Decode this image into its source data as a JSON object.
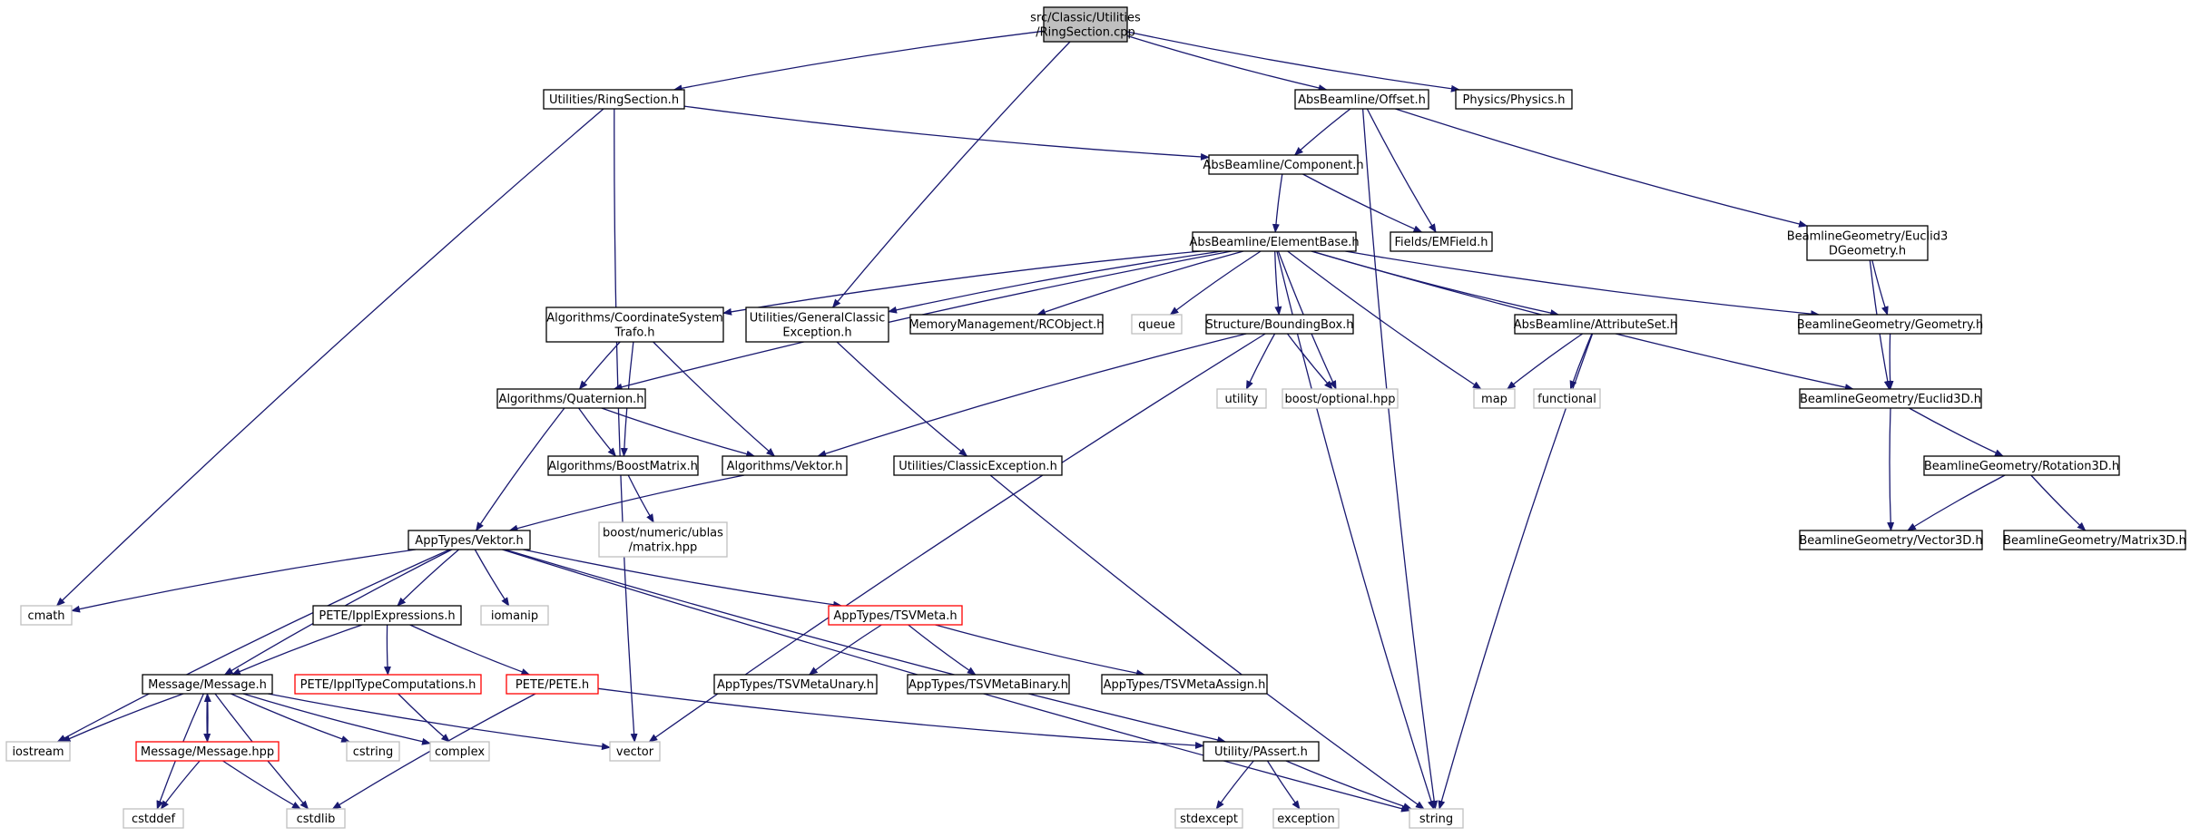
{
  "colors": {
    "edge": "#191970",
    "box_default": "#000000",
    "box_external": "#bfbfbf",
    "box_truncated": "#ff0000",
    "root_fill": "#bfbfbf"
  },
  "nodes": [
    {
      "id": "root",
      "lines": [
        "src/Classic/Utilities",
        "/RingSection.cpp"
      ],
      "kind": "root"
    },
    {
      "id": "ringsection_h",
      "lines": [
        "Utilities/RingSection.h"
      ],
      "kind": "normal"
    },
    {
      "id": "offset_h",
      "lines": [
        "AbsBeamline/Offset.h"
      ],
      "kind": "normal"
    },
    {
      "id": "physics_h",
      "lines": [
        "Physics/Physics.h"
      ],
      "kind": "normal"
    },
    {
      "id": "component_h",
      "lines": [
        "AbsBeamline/Component.h"
      ],
      "kind": "normal"
    },
    {
      "id": "euclid3dgeom_h",
      "lines": [
        "BeamlineGeometry/Euclid3",
        "DGeometry.h"
      ],
      "kind": "normal"
    },
    {
      "id": "elementbase_h",
      "lines": [
        "AbsBeamline/ElementBase.h"
      ],
      "kind": "normal"
    },
    {
      "id": "emfield_h",
      "lines": [
        "Fields/EMField.h"
      ],
      "kind": "normal"
    },
    {
      "id": "coordtrafo_h",
      "lines": [
        "Algorithms/CoordinateSystem",
        "Trafo.h"
      ],
      "kind": "normal"
    },
    {
      "id": "genclassicexc_h",
      "lines": [
        "Utilities/GeneralClassic",
        "Exception.h"
      ],
      "kind": "normal"
    },
    {
      "id": "rcobject_h",
      "lines": [
        "MemoryManagement/RCObject.h"
      ],
      "kind": "normal"
    },
    {
      "id": "queue",
      "lines": [
        "queue"
      ],
      "kind": "external"
    },
    {
      "id": "boundingbox_h",
      "lines": [
        "Structure/BoundingBox.h"
      ],
      "kind": "normal"
    },
    {
      "id": "attributeset_h",
      "lines": [
        "AbsBeamline/AttributeSet.h"
      ],
      "kind": "normal"
    },
    {
      "id": "geometry_h",
      "lines": [
        "BeamlineGeometry/Geometry.h"
      ],
      "kind": "normal"
    },
    {
      "id": "quaternion_h",
      "lines": [
        "Algorithms/Quaternion.h"
      ],
      "kind": "normal"
    },
    {
      "id": "utility",
      "lines": [
        "utility"
      ],
      "kind": "external"
    },
    {
      "id": "boostoptional",
      "lines": [
        "boost/optional.hpp"
      ],
      "kind": "external"
    },
    {
      "id": "map",
      "lines": [
        "map"
      ],
      "kind": "external"
    },
    {
      "id": "functional",
      "lines": [
        "functional"
      ],
      "kind": "external"
    },
    {
      "id": "euclid3d_h",
      "lines": [
        "BeamlineGeometry/Euclid3D.h"
      ],
      "kind": "normal"
    },
    {
      "id": "boostmatrix_h",
      "lines": [
        "Algorithms/BoostMatrix.h"
      ],
      "kind": "normal"
    },
    {
      "id": "algvektor_h",
      "lines": [
        "Algorithms/Vektor.h"
      ],
      "kind": "normal"
    },
    {
      "id": "classicexc_h",
      "lines": [
        "Utilities/ClassicException.h"
      ],
      "kind": "normal"
    },
    {
      "id": "rotation3d_h",
      "lines": [
        "BeamlineGeometry/Rotation3D.h"
      ],
      "kind": "normal"
    },
    {
      "id": "ublasmatrix",
      "lines": [
        "boost/numeric/ublas",
        "/matrix.hpp"
      ],
      "kind": "external"
    },
    {
      "id": "apptypesvektor_h",
      "lines": [
        "AppTypes/Vektor.h"
      ],
      "kind": "normal"
    },
    {
      "id": "vector3d_h",
      "lines": [
        "BeamlineGeometry/Vector3D.h"
      ],
      "kind": "normal"
    },
    {
      "id": "matrix3d_h",
      "lines": [
        "BeamlineGeometry/Matrix3D.h"
      ],
      "kind": "normal"
    },
    {
      "id": "cmath",
      "lines": [
        "cmath"
      ],
      "kind": "external"
    },
    {
      "id": "ipplexpr_h",
      "lines": [
        "PETE/IpplExpressions.h"
      ],
      "kind": "normal"
    },
    {
      "id": "iomanip",
      "lines": [
        "iomanip"
      ],
      "kind": "external"
    },
    {
      "id": "tsvmeta_h",
      "lines": [
        "AppTypes/TSVMeta.h"
      ],
      "kind": "truncated"
    },
    {
      "id": "message_h",
      "lines": [
        "Message/Message.h"
      ],
      "kind": "normal"
    },
    {
      "id": "ippltypecomp_h",
      "lines": [
        "PETE/IpplTypeComputations.h"
      ],
      "kind": "truncated"
    },
    {
      "id": "pete_h",
      "lines": [
        "PETE/PETE.h"
      ],
      "kind": "truncated"
    },
    {
      "id": "tsvunary_h",
      "lines": [
        "AppTypes/TSVMetaUnary.h"
      ],
      "kind": "normal"
    },
    {
      "id": "tsvbinary_h",
      "lines": [
        "AppTypes/TSVMetaBinary.h"
      ],
      "kind": "normal"
    },
    {
      "id": "tsvassign_h",
      "lines": [
        "AppTypes/TSVMetaAssign.h"
      ],
      "kind": "normal"
    },
    {
      "id": "iostream",
      "lines": [
        "iostream"
      ],
      "kind": "external"
    },
    {
      "id": "message_hpp",
      "lines": [
        "Message/Message.hpp"
      ],
      "kind": "truncated"
    },
    {
      "id": "cstring",
      "lines": [
        "cstring"
      ],
      "kind": "external"
    },
    {
      "id": "complex",
      "lines": [
        "complex"
      ],
      "kind": "external"
    },
    {
      "id": "vector",
      "lines": [
        "vector"
      ],
      "kind": "external"
    },
    {
      "id": "passert_h",
      "lines": [
        "Utility/PAssert.h"
      ],
      "kind": "normal"
    },
    {
      "id": "cstddef",
      "lines": [
        "cstddef"
      ],
      "kind": "external"
    },
    {
      "id": "cstdlib",
      "lines": [
        "cstdlib"
      ],
      "kind": "external"
    },
    {
      "id": "stdexcept",
      "lines": [
        "stdexcept"
      ],
      "kind": "external"
    },
    {
      "id": "exception",
      "lines": [
        "exception"
      ],
      "kind": "external"
    },
    {
      "id": "string",
      "lines": [
        "string"
      ],
      "kind": "external"
    }
  ],
  "edges": [
    [
      "root",
      "ringsection_h"
    ],
    [
      "root",
      "offset_h"
    ],
    [
      "root",
      "physics_h"
    ],
    [
      "root",
      "genclassicexc_h"
    ],
    [
      "ringsection_h",
      "component_h"
    ],
    [
      "ringsection_h",
      "cmath"
    ],
    [
      "ringsection_h",
      "vector"
    ],
    [
      "offset_h",
      "component_h"
    ],
    [
      "offset_h",
      "emfield_h"
    ],
    [
      "offset_h",
      "euclid3dgeom_h"
    ],
    [
      "offset_h",
      "string"
    ],
    [
      "component_h",
      "elementbase_h"
    ],
    [
      "component_h",
      "emfield_h"
    ],
    [
      "euclid3dgeom_h",
      "geometry_h"
    ],
    [
      "euclid3dgeom_h",
      "euclid3d_h"
    ],
    [
      "elementbase_h",
      "coordtrafo_h"
    ],
    [
      "elementbase_h",
      "genclassicexc_h"
    ],
    [
      "elementbase_h",
      "rcobject_h"
    ],
    [
      "elementbase_h",
      "queue"
    ],
    [
      "elementbase_h",
      "boundingbox_h"
    ],
    [
      "elementbase_h",
      "boostoptional"
    ],
    [
      "elementbase_h",
      "attributeset_h"
    ],
    [
      "elementbase_h",
      "geometry_h"
    ],
    [
      "elementbase_h",
      "euclid3d_h"
    ],
    [
      "elementbase_h",
      "map"
    ],
    [
      "elementbase_h",
      "string"
    ],
    [
      "elementbase_h",
      "quaternion_h"
    ],
    [
      "coordtrafo_h",
      "quaternion_h"
    ],
    [
      "coordtrafo_h",
      "boostmatrix_h"
    ],
    [
      "coordtrafo_h",
      "algvektor_h"
    ],
    [
      "genclassicexc_h",
      "classicexc_h"
    ],
    [
      "boundingbox_h",
      "utility"
    ],
    [
      "boundingbox_h",
      "boostoptional"
    ],
    [
      "boundingbox_h",
      "algvektor_h"
    ],
    [
      "boundingbox_h",
      "vector"
    ],
    [
      "attributeset_h",
      "map"
    ],
    [
      "attributeset_h",
      "functional"
    ],
    [
      "attributeset_h",
      "string"
    ],
    [
      "geometry_h",
      "euclid3d_h"
    ],
    [
      "euclid3d_h",
      "rotation3d_h"
    ],
    [
      "euclid3d_h",
      "vector3d_h"
    ],
    [
      "quaternion_h",
      "boostmatrix_h"
    ],
    [
      "quaternion_h",
      "algvektor_h"
    ],
    [
      "quaternion_h",
      "apptypesvektor_h"
    ],
    [
      "boostmatrix_h",
      "ublasmatrix"
    ],
    [
      "algvektor_h",
      "apptypesvektor_h"
    ],
    [
      "classicexc_h",
      "string"
    ],
    [
      "rotation3d_h",
      "vector3d_h"
    ],
    [
      "rotation3d_h",
      "matrix3d_h"
    ],
    [
      "apptypesvektor_h",
      "cmath"
    ],
    [
      "apptypesvektor_h",
      "ipplexpr_h"
    ],
    [
      "apptypesvektor_h",
      "iomanip"
    ],
    [
      "apptypesvektor_h",
      "tsvmeta_h"
    ],
    [
      "apptypesvektor_h",
      "message_h"
    ],
    [
      "apptypesvektor_h",
      "iostream"
    ],
    [
      "apptypesvektor_h",
      "passert_h"
    ],
    [
      "apptypesvektor_h",
      "string"
    ],
    [
      "ipplexpr_h",
      "message_h"
    ],
    [
      "ipplexpr_h",
      "ippltypecomp_h"
    ],
    [
      "ipplexpr_h",
      "pete_h"
    ],
    [
      "tsvmeta_h",
      "tsvunary_h"
    ],
    [
      "tsvmeta_h",
      "tsvbinary_h"
    ],
    [
      "tsvmeta_h",
      "tsvassign_h"
    ],
    [
      "message_h",
      "iostream"
    ],
    [
      "message_h",
      "message_hpp"
    ],
    [
      "message_h",
      "cstring"
    ],
    [
      "message_h",
      "complex"
    ],
    [
      "message_h",
      "vector"
    ],
    [
      "message_h",
      "cstddef"
    ],
    [
      "message_h",
      "cstdlib"
    ],
    [
      "message_hpp",
      "message_h"
    ],
    [
      "message_hpp",
      "cstddef"
    ],
    [
      "message_hpp",
      "cstdlib"
    ],
    [
      "ippltypecomp_h",
      "complex"
    ],
    [
      "pete_h",
      "passert_h"
    ],
    [
      "pete_h",
      "cstdlib"
    ],
    [
      "passert_h",
      "stdexcept"
    ],
    [
      "passert_h",
      "exception"
    ],
    [
      "passert_h",
      "string"
    ]
  ]
}
